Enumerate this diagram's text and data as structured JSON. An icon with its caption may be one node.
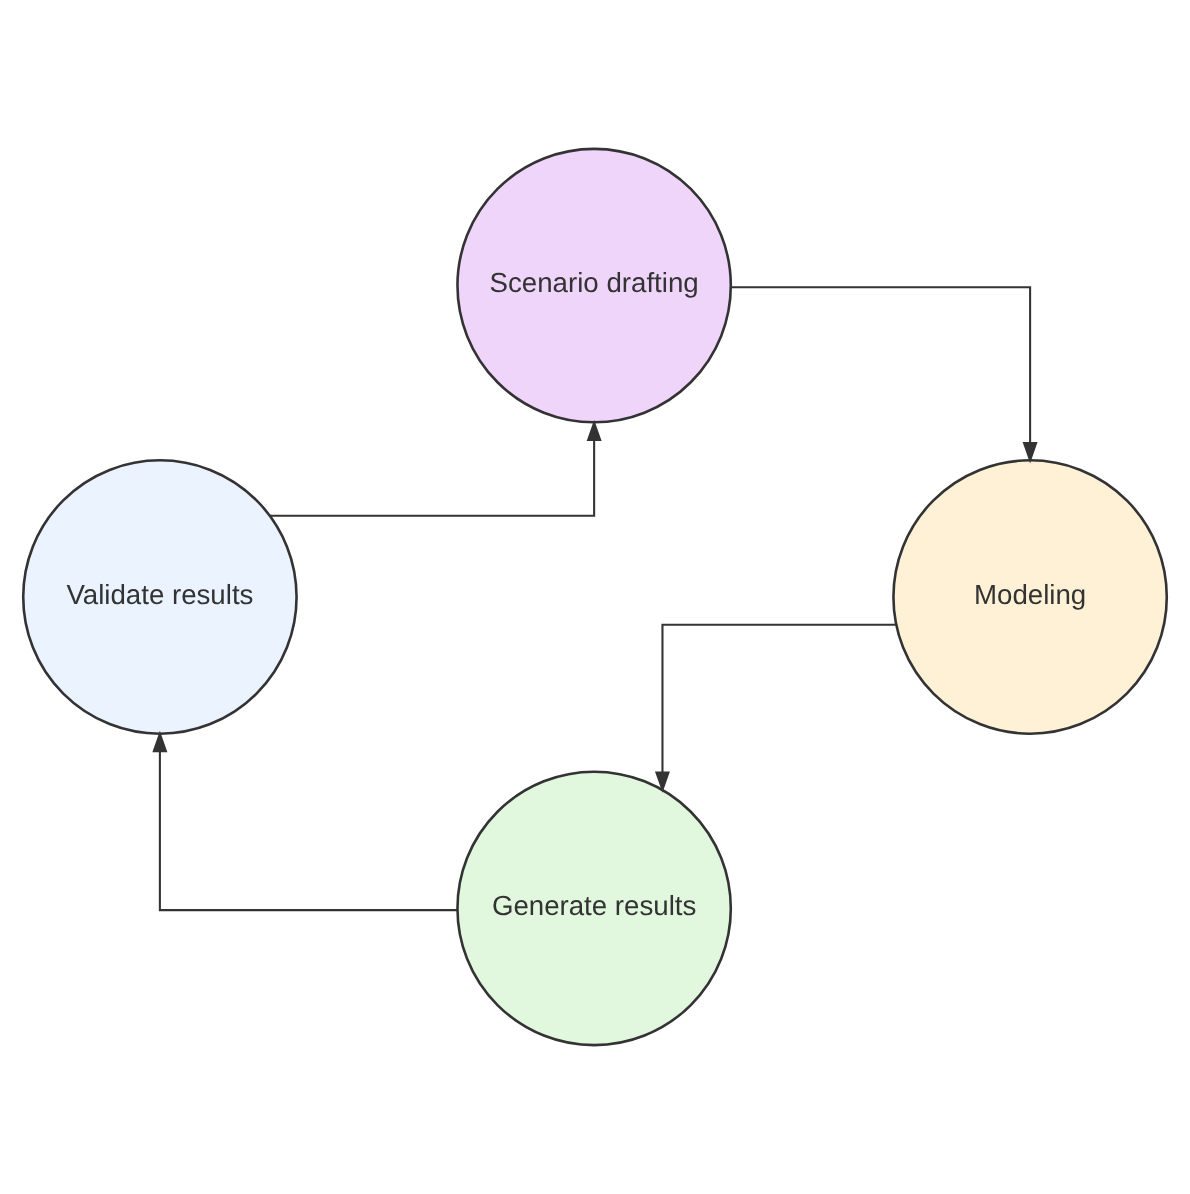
{
  "diagram": {
    "nodes": [
      {
        "text": [
          "Scenario drafting"
        ]
      },
      {
        "text": [
          "Modeling"
        ]
      },
      {
        "text": [
          "Generate results"
        ]
      },
      {
        "text": [
          "Validate results"
        ]
      }
    ],
    "edges": [
      {
        "from": 0,
        "to": 1,
        "arrow": "to"
      },
      {
        "from": 1,
        "to": 2,
        "arrow": "to"
      },
      {
        "from": 2,
        "to": 3,
        "arrow": "to"
      },
      {
        "from": 3,
        "to": 0,
        "arrow": "to"
      }
    ]
  }
}
